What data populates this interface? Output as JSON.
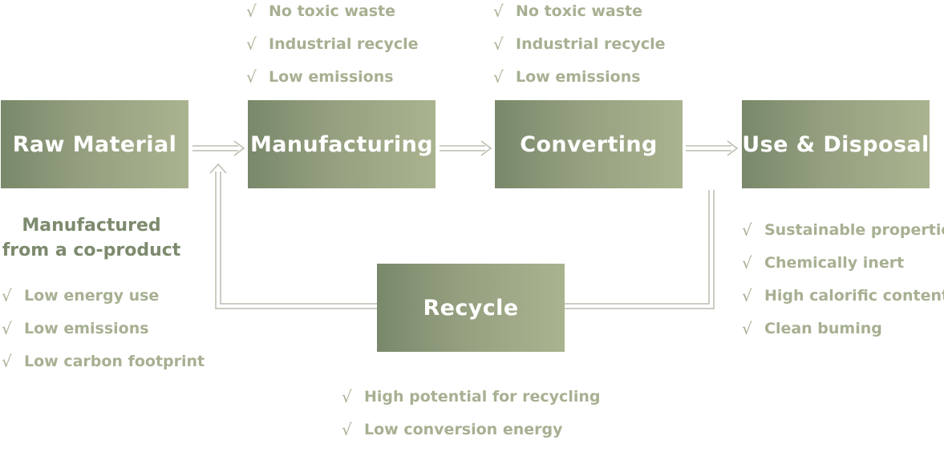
{
  "stages": [
    {
      "label": "Raw Material"
    },
    {
      "label": "Manufacturing"
    },
    {
      "label": "Converting"
    },
    {
      "label": "Use & Disposal"
    },
    {
      "label": "Recycle"
    }
  ],
  "raw_material": {
    "heading_line1": "Manufactured",
    "heading_line2": "from a co-product",
    "benefits": [
      "Low energy use",
      "Low emissions",
      "Low carbon footprint"
    ]
  },
  "manufacturing": {
    "benefits": [
      "No toxic waste",
      "Industrial recycle",
      "Low emissions"
    ]
  },
  "converting": {
    "benefits": [
      "No toxic waste",
      "Industrial recycle",
      "Low emissions"
    ]
  },
  "use_disposal": {
    "benefits": [
      "Sustainable properties",
      "Chemically inert",
      "High calorific content",
      "Clean buming"
    ]
  },
  "recycle": {
    "benefits": [
      "High potential for recycling",
      "Low conversion energy"
    ]
  },
  "check_glyph": "√",
  "colors": {
    "box_gradient_start": "#79886a",
    "box_gradient_end": "#aab38f",
    "list_text": "#a7b092",
    "heading_text": "#7d8a6e"
  }
}
